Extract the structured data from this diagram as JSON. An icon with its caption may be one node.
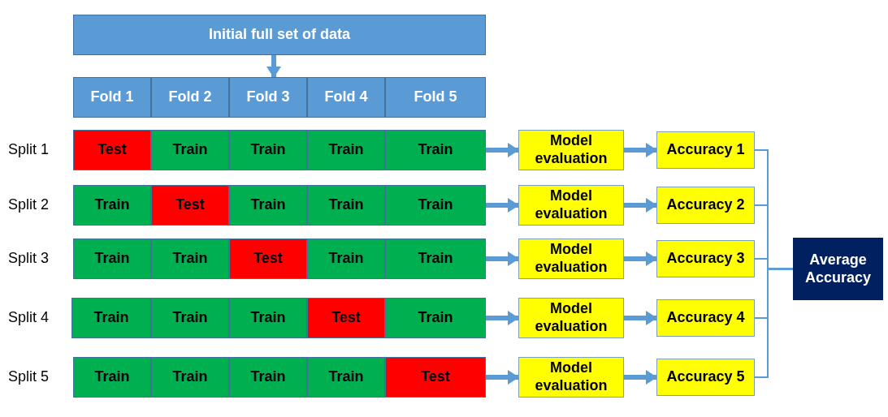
{
  "diagram": {
    "nodes": [
      {
        "text": [
          "Initial full set of data"
        ]
      },
      {
        "text": [
          "Fold 1"
        ]
      },
      {
        "text": [
          "Fold 2"
        ]
      },
      {
        "text": [
          "Fold 3"
        ]
      },
      {
        "text": [
          "Fold 4"
        ]
      },
      {
        "text": [
          "Fold 5"
        ]
      },
      {
        "text": [
          "Test"
        ]
      },
      {
        "text": [
          "Train"
        ]
      },
      {
        "text": [
          "Train"
        ]
      },
      {
        "text": [
          "Train"
        ]
      },
      {
        "text": [
          "Train"
        ]
      },
      {
        "text": [
          "Model evaluation"
        ]
      },
      {
        "text": [
          "Accuracy 1"
        ]
      },
      {
        "text": [
          "Train"
        ]
      },
      {
        "text": [
          "Test"
        ]
      },
      {
        "text": [
          "Train"
        ]
      },
      {
        "text": [
          "Train"
        ]
      },
      {
        "text": [
          "Train"
        ]
      },
      {
        "text": [
          "Model evaluation"
        ]
      },
      {
        "text": [
          "Accuracy 2"
        ]
      },
      {
        "text": [
          "Train"
        ]
      },
      {
        "text": [
          "Train"
        ]
      },
      {
        "text": [
          "Test"
        ]
      },
      {
        "text": [
          "Train"
        ]
      },
      {
        "text": [
          "Train"
        ]
      },
      {
        "text": [
          "Model evaluation"
        ]
      },
      {
        "text": [
          "Accuracy 3"
        ]
      },
      {
        "text": [
          "Train"
        ]
      },
      {
        "text": [
          "Train"
        ]
      },
      {
        "text": [
          "Train"
        ]
      },
      {
        "text": [
          "Test"
        ]
      },
      {
        "text": [
          "Train"
        ]
      },
      {
        "text": [
          "Model evaluation"
        ]
      },
      {
        "text": [
          "Accuracy 4"
        ]
      },
      {
        "text": [
          "Train"
        ]
      },
      {
        "text": [
          "Train"
        ]
      },
      {
        "text": [
          "Train"
        ]
      },
      {
        "text": [
          "Train"
        ]
      },
      {
        "text": [
          "Test"
        ]
      },
      {
        "text": [
          "Model evaluation"
        ]
      },
      {
        "text": [
          "Accuracy 5"
        ]
      },
      {
        "text": [
          "Average Accuracy"
        ]
      }
    ],
    "edges": [
      {
        "from": 0,
        "to": 3,
        "arrow": "to"
      },
      {
        "from": 10,
        "to": 11,
        "arrow": "to"
      },
      {
        "from": 11,
        "to": 12,
        "arrow": "to"
      },
      {
        "from": 17,
        "to": 18,
        "arrow": "to"
      },
      {
        "from": 18,
        "to": 19,
        "arrow": "to"
      },
      {
        "from": 24,
        "to": 25,
        "arrow": "to"
      },
      {
        "from": 25,
        "to": 26,
        "arrow": "to"
      },
      {
        "from": 31,
        "to": 32,
        "arrow": "to"
      },
      {
        "from": 32,
        "to": 33,
        "arrow": "to"
      },
      {
        "from": 38,
        "to": 39,
        "arrow": "to"
      },
      {
        "from": 39,
        "to": 40,
        "arrow": "to"
      },
      {
        "from": 12,
        "to": 41,
        "arrow": "none"
      },
      {
        "from": 19,
        "to": 41,
        "arrow": "none"
      },
      {
        "from": 26,
        "to": 41,
        "arrow": "none"
      },
      {
        "from": 33,
        "to": 41,
        "arrow": "none"
      },
      {
        "from": 40,
        "to": 41,
        "arrow": "none"
      }
    ],
    "labels": [
      "Split 1",
      "Split 2",
      "Split 3",
      "Split 4",
      "Split 5"
    ]
  }
}
